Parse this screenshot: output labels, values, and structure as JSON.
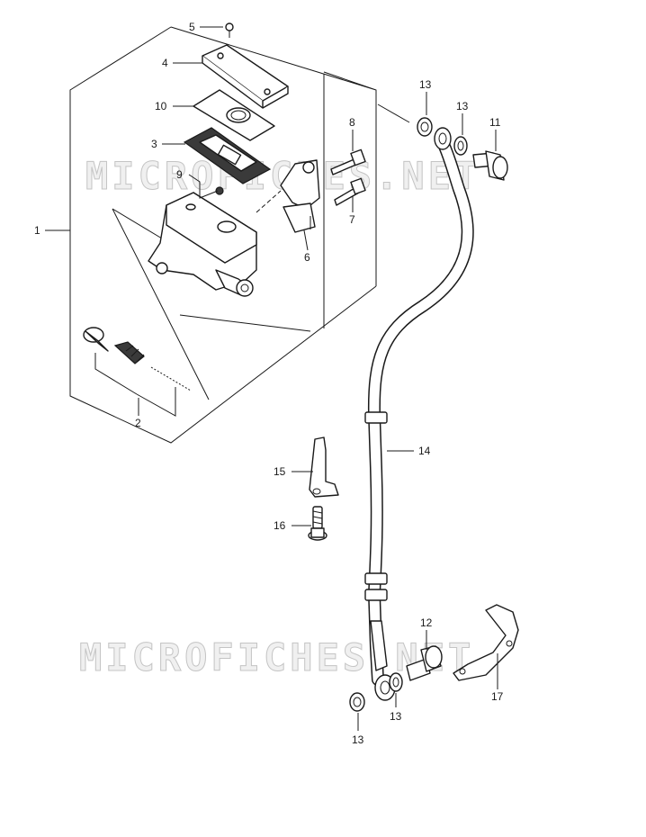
{
  "watermarks": [
    "MICROFICHES.NET",
    "MICROFICHES.NET"
  ],
  "callouts": {
    "c1": "1",
    "c2": "2",
    "c3": "3",
    "c4": "4",
    "c5": "5",
    "c6": "6",
    "c7": "7",
    "c8": "8",
    "c9": "9",
    "c10": "10",
    "c11": "11",
    "c12": "12",
    "c13a": "13",
    "c13b": "13",
    "c13c": "13",
    "c13d": "13",
    "c14": "14",
    "c15": "15",
    "c16": "16",
    "c17": "17"
  }
}
